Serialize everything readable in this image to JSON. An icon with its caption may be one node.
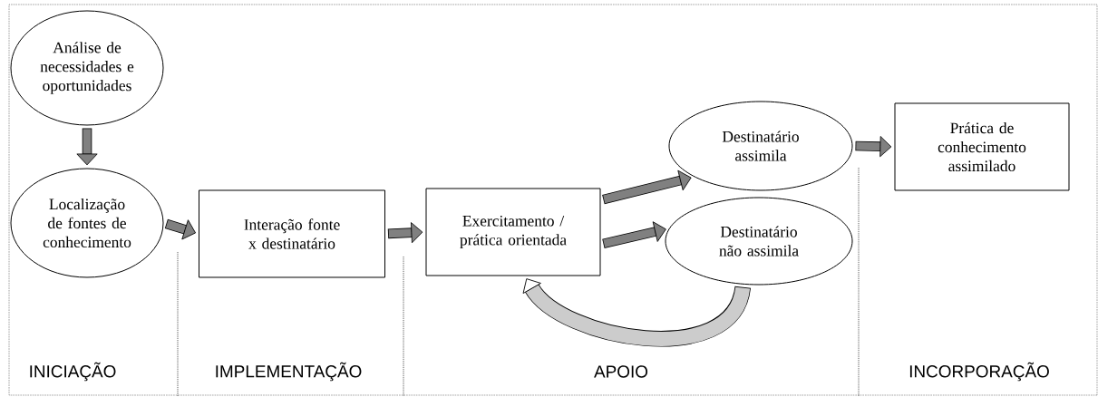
{
  "diagram": {
    "nodes": [
      {
        "text": [
          "Análise de necessidades e oportunidades"
        ]
      },
      {
        "text": [
          "Localização de fontes de conhecimento"
        ]
      },
      {
        "text": [
          "Interação fonte x destinatário"
        ]
      },
      {
        "text": [
          "Exercitamento / prática orientada"
        ]
      },
      {
        "text": [
          "Destinatário assimila"
        ]
      },
      {
        "text": [
          "Destinatário não assimila"
        ]
      },
      {
        "text": [
          "Prática de conhecimento assimilado"
        ]
      }
    ],
    "edges": [
      {
        "from": 0,
        "to": 1,
        "arrow": "to"
      },
      {
        "from": 1,
        "to": 2,
        "arrow": "to"
      },
      {
        "from": 2,
        "to": 3,
        "arrow": "to"
      },
      {
        "from": 3,
        "to": 4,
        "arrow": "to"
      },
      {
        "from": 3,
        "to": 5,
        "arrow": "to"
      },
      {
        "from": 4,
        "to": 6,
        "arrow": "to"
      },
      {
        "from": 5,
        "to": 3,
        "arrow": "to"
      }
    ],
    "labels": [
      "INICIAÇÃO",
      "IMPLEMENTAÇÃO",
      "APOIO",
      "INCORPORAÇÃO"
    ]
  }
}
